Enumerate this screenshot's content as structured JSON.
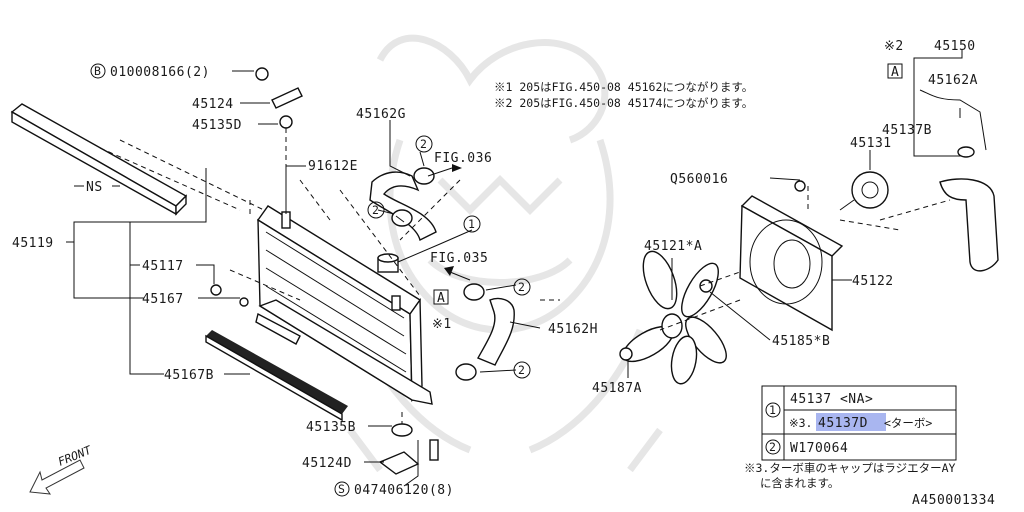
{
  "notes": {
    "note1": "※1 205はFIG.450-08 45162につながります。",
    "note2": "※2 205はFIG.450-08 45174につながります。",
    "note3_line1": "※3.ターボ車のキャップはラジエターAY",
    "note3_line2": "に含まれます。"
  },
  "labels": {
    "bolt_top": "010008166(2)",
    "bolt_top_symbol": "B",
    "p45124_top": "45124",
    "p45135d": "45135D",
    "p45162g": "45162G",
    "fig036": "FIG.036",
    "p91612e": "91612E",
    "ns": "NS",
    "p45119": "45119",
    "p45117": "45117",
    "p45167": "45167",
    "p45167b": "45167B",
    "fig035": "FIG.035",
    "marker_a": "A",
    "star1": "※1",
    "p45162h": "45162H",
    "p45135b": "45135B",
    "p45124_bottom": "45124D",
    "bolt_bottom": "047406120(8)",
    "bolt_bottom_symbol": "S",
    "front": "FRONT",
    "circle1": "1",
    "circle2": "2",
    "p45121": "45121*A",
    "p45187a": "45187A",
    "q560016": "Q560016",
    "p45122": "45122",
    "p45185b": "45185*B",
    "p45131": "45131",
    "star2": "※2",
    "p45150": "45150",
    "p45162a": "45162A",
    "p45137b": "45137B",
    "diagram_code": "A450001334"
  },
  "legend": {
    "row1_main": "45137 <NA>",
    "row1_prefix": "※3.",
    "row1_highlight": "45137D",
    "row1_suffix": "<ターボ>",
    "row2": "W170064",
    "row1_symbol": "1",
    "row2_symbol": "2"
  }
}
